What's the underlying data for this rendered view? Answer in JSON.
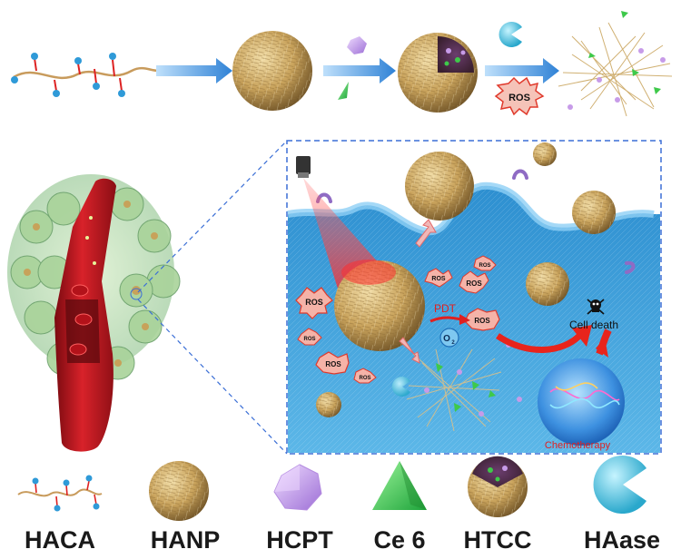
{
  "labels": {
    "ros": "ROS",
    "pdt": "PDT",
    "oxygen": "O",
    "oxygen_sub": "2",
    "cell_death": "Cell death",
    "chemotherapy": "Chemotherapy"
  },
  "legend": {
    "items": [
      {
        "name": "HACA"
      },
      {
        "name": "HANP"
      },
      {
        "name": "HCPT"
      },
      {
        "name": "Ce 6"
      },
      {
        "name": "HTCC"
      },
      {
        "name": "HAase"
      }
    ]
  },
  "colors": {
    "arrow_blue": "#3a8fd8",
    "vessel_red": "#c0141c",
    "cell_blue": "#3aa3dc",
    "nanoparticle_tan": "#c8a35a",
    "hcpt_purple": "#c79be8",
    "ce6_green": "#3ec94a",
    "haase_cyan": "#4cc2dc",
    "ros_red": "#e8342a",
    "dashed_box": "#3b6fd6"
  }
}
